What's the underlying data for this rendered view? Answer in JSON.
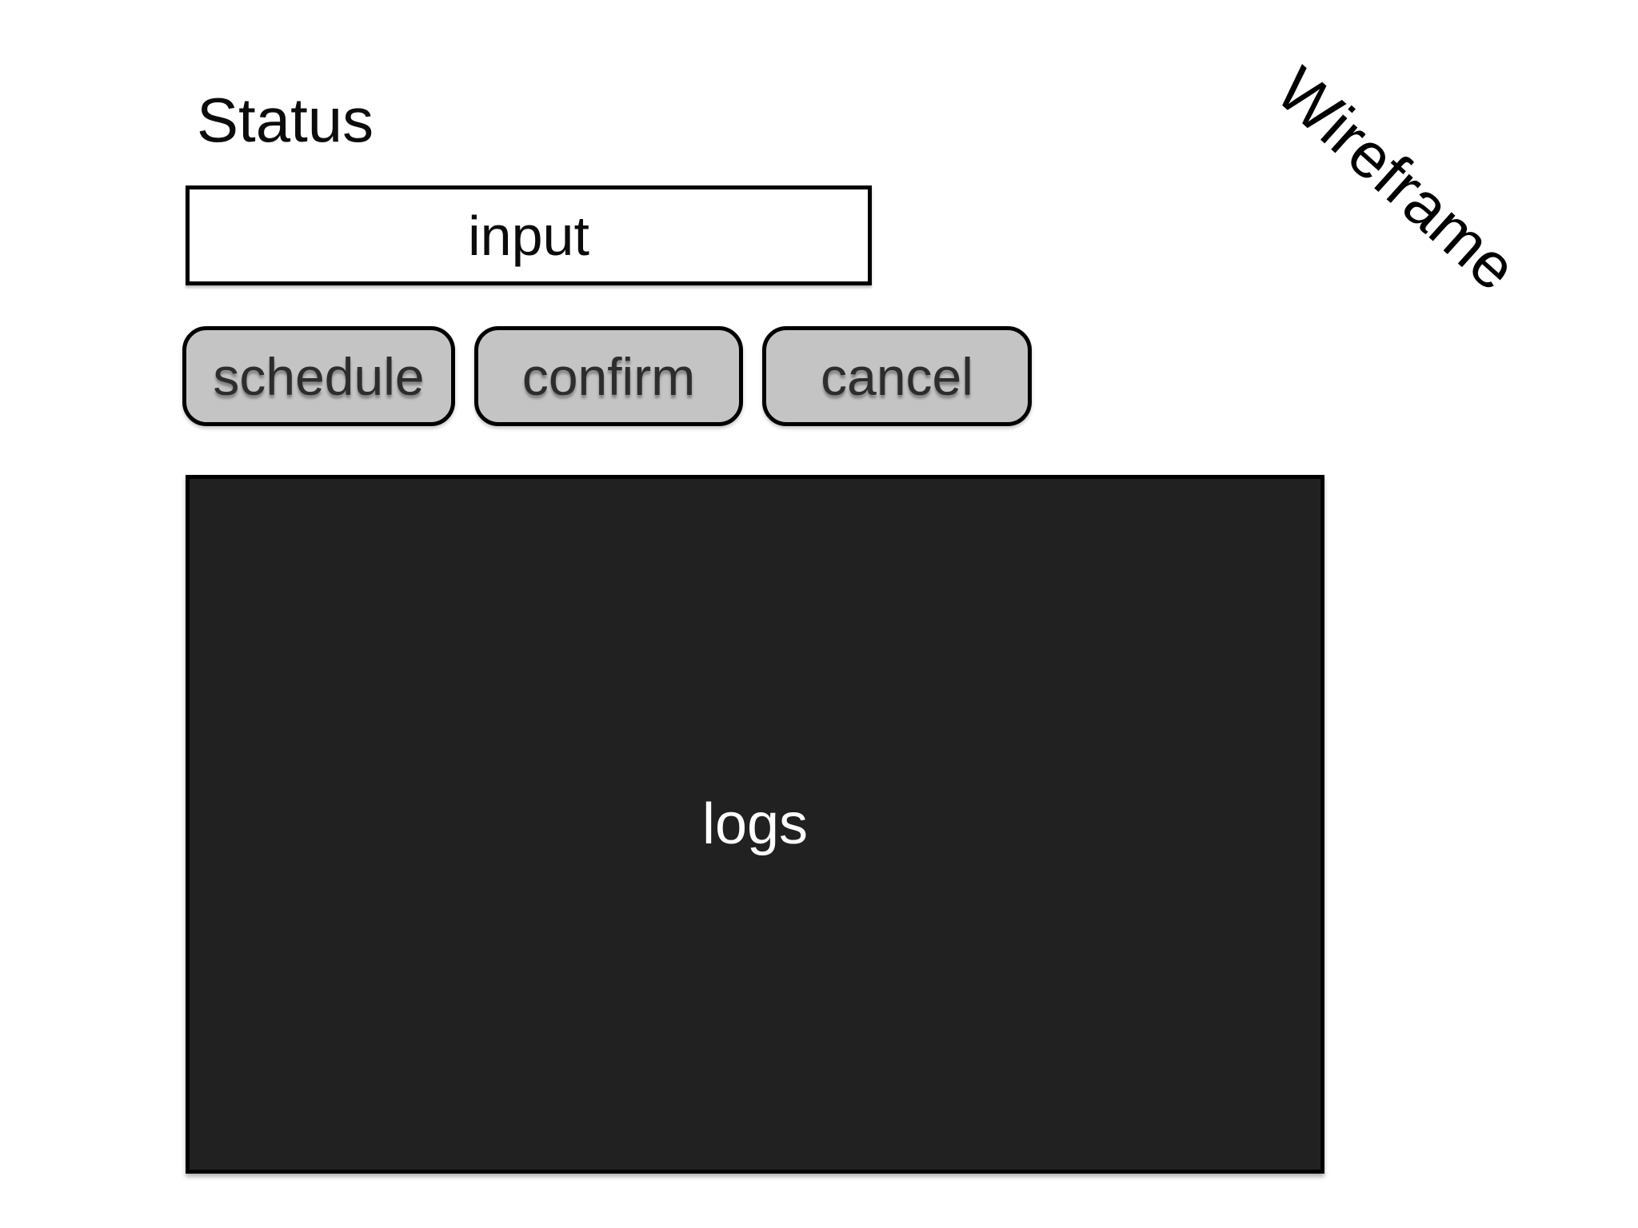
{
  "page": {
    "watermark": "Wireframe",
    "background_color": "#ffffff"
  },
  "form": {
    "status_label": "Status",
    "input_value": "input",
    "buttons": [
      {
        "label": "schedule"
      },
      {
        "label": "confirm"
      },
      {
        "label": "cancel"
      }
    ]
  },
  "logs": {
    "label": "logs"
  },
  "colors": {
    "border": "#000000",
    "button_fill": "#c4c4c4",
    "button_text": "#2d2d2d",
    "logs_background": "#212121",
    "logs_text": "#ffffff",
    "text": "#0c0c0c"
  }
}
